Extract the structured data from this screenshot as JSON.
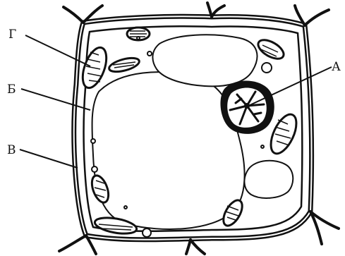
{
  "diagram": {
    "subject": "plant cell",
    "labels": {
      "G": "Г",
      "B": "Б",
      "V": "В",
      "A": "А"
    },
    "colors": {
      "ink": "#111111",
      "paper": "#ffffff"
    }
  }
}
